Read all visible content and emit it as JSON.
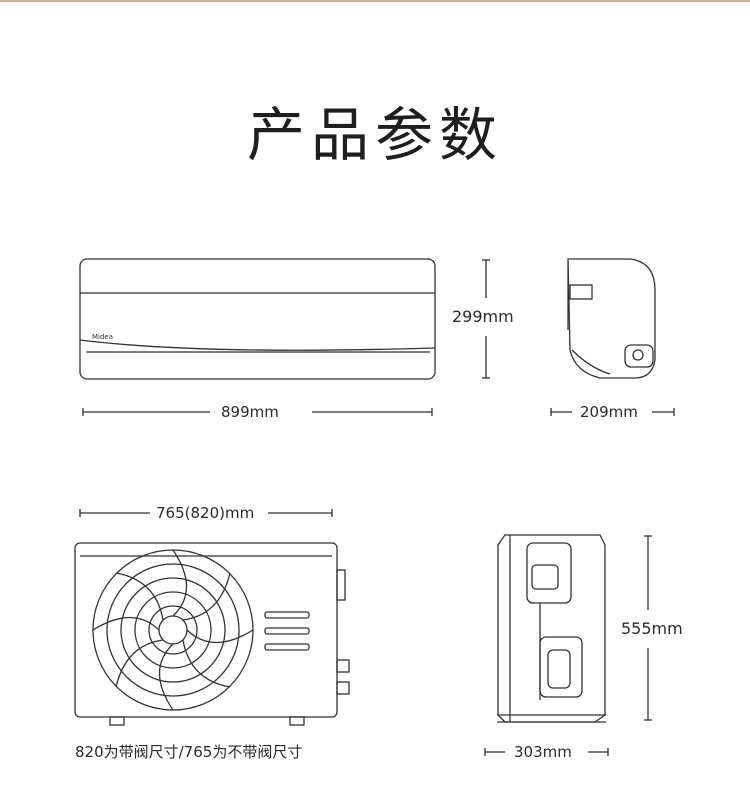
{
  "page": {
    "title": "产品参数",
    "accent_color": "#c9b79a"
  },
  "indoor_unit": {
    "brand_mark": "Midea",
    "height_label": "299mm",
    "width_label": "899mm",
    "depth_label": "209mm"
  },
  "outdoor_unit": {
    "width_label": "765(820)mm",
    "height_label": "555mm",
    "depth_label": "303mm",
    "note": "820为带阀尺寸/765为不带阀尺寸"
  }
}
